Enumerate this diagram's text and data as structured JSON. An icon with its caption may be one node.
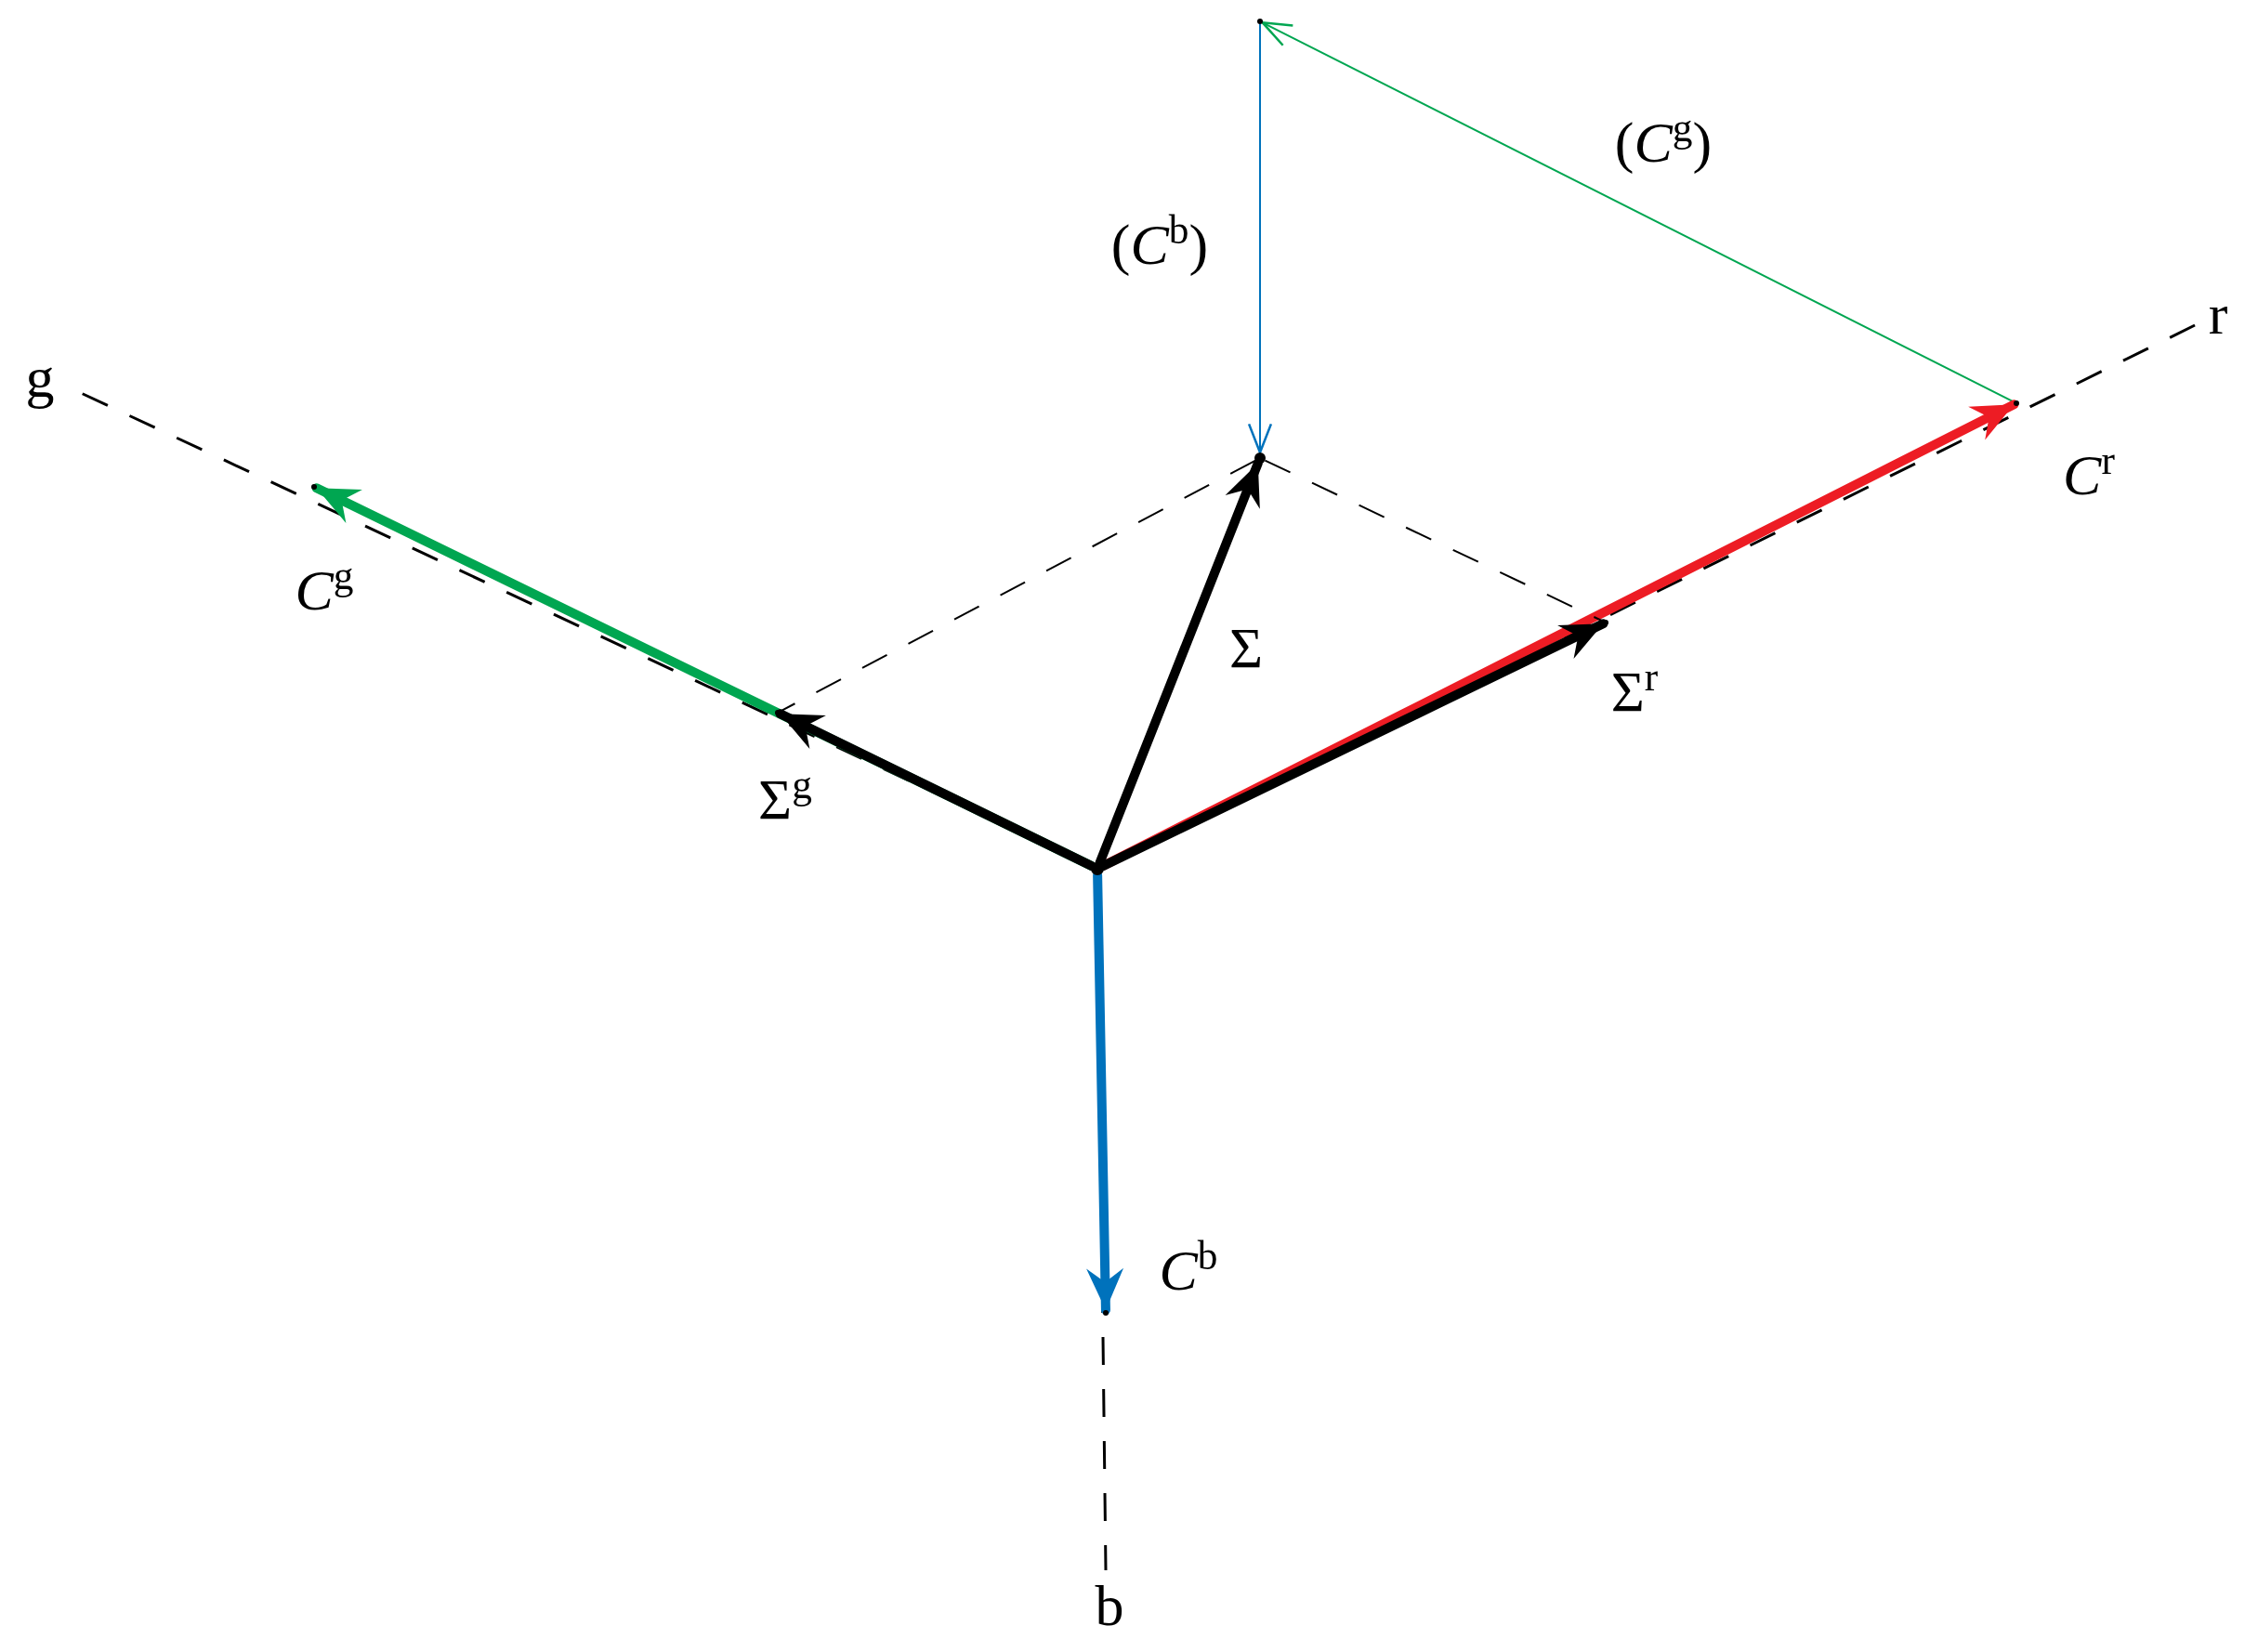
{
  "diagram": {
    "nodes": [
      {
        "text": [],
        "shape": "point"
      },
      {
        "text": [],
        "shape": "point"
      },
      {
        "text": [],
        "shape": "point"
      },
      {
        "text": [],
        "shape": "point"
      },
      {
        "text": [],
        "shape": "point"
      },
      {
        "text": [],
        "shape": "point"
      },
      {
        "text": [],
        "shape": "point"
      },
      {
        "text": [],
        "shape": "point"
      }
    ],
    "edges": [
      {
        "from": 0,
        "to": 1,
        "arrow": "to",
        "label": "*C*$^{g}$",
        "color": "#00a651"
      },
      {
        "from": 0,
        "to": 2,
        "arrow": "to",
        "label": "*C*$^{r}$",
        "color": "#ed1c24"
      },
      {
        "from": 0,
        "to": 3,
        "arrow": "to",
        "label": "*C*$^{b}$",
        "color": "#0072bc"
      },
      {
        "from": 0,
        "to": 4,
        "arrow": "to",
        "label": "Σ$^{g}$"
      },
      {
        "from": 0,
        "to": 5,
        "arrow": "to",
        "label": "Σ$^{r}$"
      },
      {
        "from": 0,
        "to": 6,
        "arrow": "to",
        "label": "Σ"
      },
      {
        "from": 6,
        "to": 4,
        "arrow": "none",
        "style": "dashed"
      },
      {
        "from": 6,
        "to": 5,
        "arrow": "none",
        "style": "dashed"
      },
      {
        "from": 2,
        "to": 7,
        "arrow": "to",
        "label": "(*C*$^{g}$)",
        "color": "#00a651"
      },
      {
        "from": 7,
        "to": 6,
        "arrow": "to",
        "label": "(*C*$^{b}$)",
        "color": "#0072bc"
      }
    ],
    "labels": [
      "g",
      "r",
      "b"
    ]
  }
}
